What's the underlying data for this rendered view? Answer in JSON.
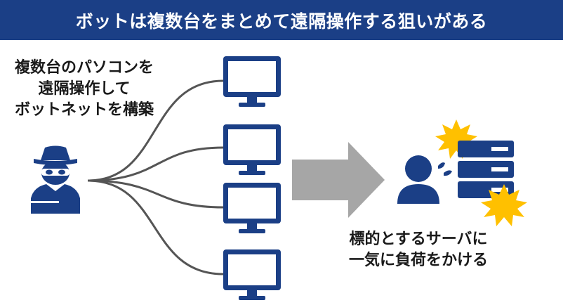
{
  "title": "ボットは複数台をまとめて遠隔操作する狙いがある",
  "left_caption": [
    "複数台のパソコンを",
    "遠隔操作して",
    "ボットネットを構築"
  ],
  "right_caption": [
    "標的とするサーバに",
    "一気に負荷をかける"
  ],
  "colors": {
    "title_bg": "#1b3f86",
    "icon_blue": "#1b3f86",
    "arrow_gray": "#a6a6a6",
    "line_gray": "#555555",
    "burst_yellow": "#ffc000"
  },
  "icons": {
    "attacker": "hacker-icon",
    "computer": "monitor-icon",
    "victim": "person-icon",
    "server": "server-stack-icon",
    "impact": "burst-icon"
  }
}
